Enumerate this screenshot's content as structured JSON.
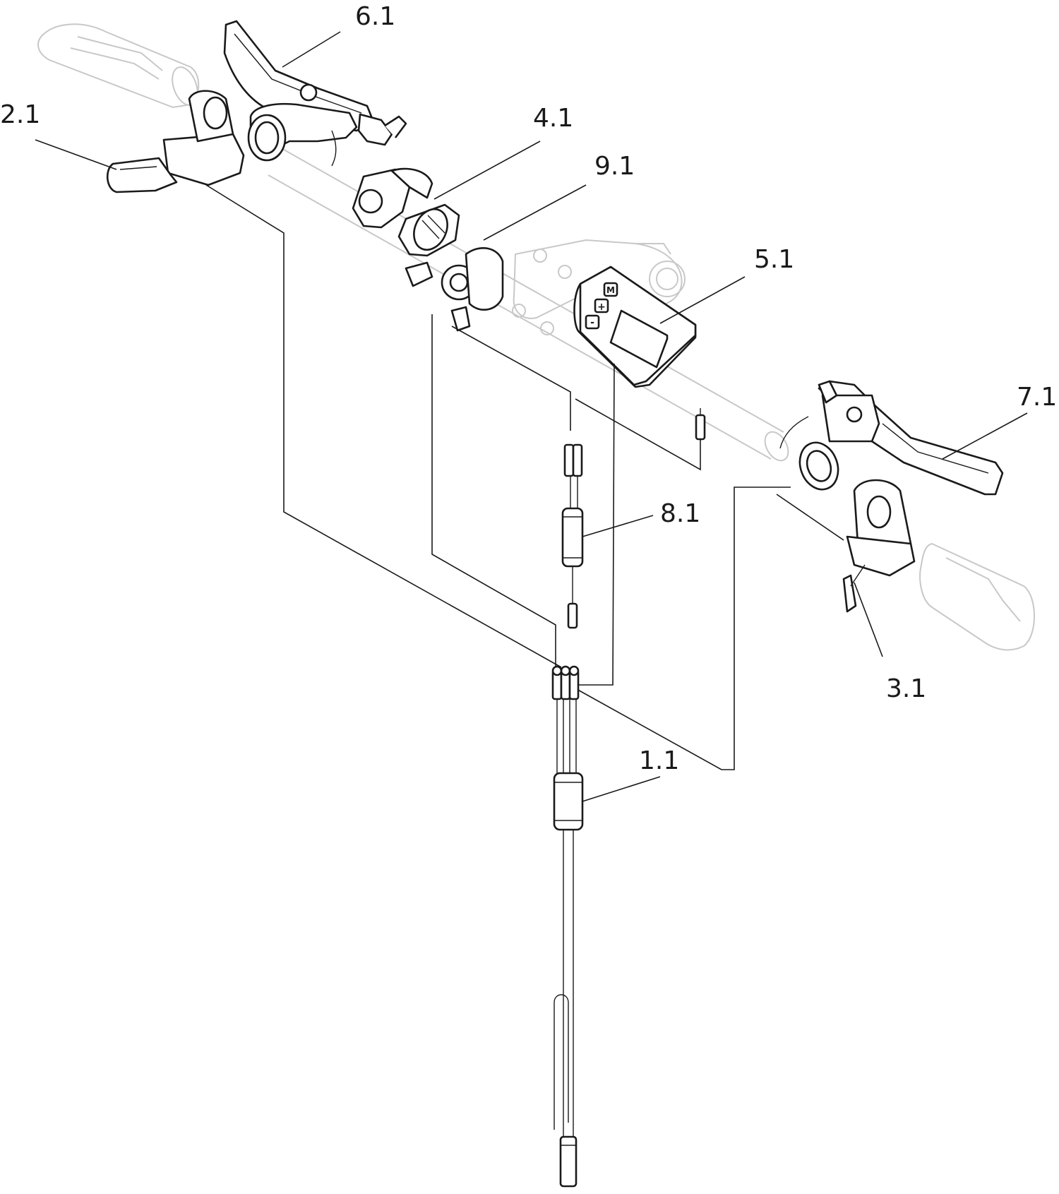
{
  "callouts": {
    "c_6_1": "6.1",
    "c_2_1": "2.1",
    "c_4_1": "4.1",
    "c_9_1": "9.1",
    "c_5_1": "5.1",
    "c_7_1": "7.1",
    "c_8_1": "8.1",
    "c_3_1": "3.1",
    "c_1_1": "1.1"
  },
  "display": {
    "button_mode": "M",
    "button_plus": "+",
    "button_minus": "-"
  },
  "colors": {
    "line": "#1a1a1a",
    "ghost": "#c8c8c8",
    "background": "#ffffff"
  }
}
